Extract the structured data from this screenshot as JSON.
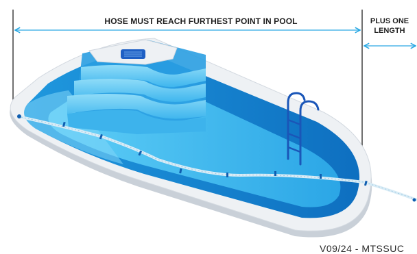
{
  "dimension_labels": {
    "pool_span": "HOSE MUST REACH FURTHEST POINT IN POOL",
    "extra_length_line1": "PLUS ONE",
    "extra_length_line2": "LENGTH"
  },
  "reference_code": "V09/24 - MTSSUC",
  "colors": {
    "water_light": "#7fd6f7",
    "water_mid": "#2fb0ec",
    "water_deep": "#0f7fd1",
    "coping": "#eef1f4",
    "coping_shadow": "#c9d0d8",
    "dimension_line": "#29a8e3",
    "hose": "#d9ecf6",
    "hose_joint": "#0f5eb0",
    "ladder": "#1a56b8",
    "skimmer": "#1e5fc4"
  },
  "icons": [
    "pool-illustration",
    "steps",
    "skimmer-lid",
    "pool-ladder",
    "vacuum-hose",
    "dimension-arrow"
  ]
}
